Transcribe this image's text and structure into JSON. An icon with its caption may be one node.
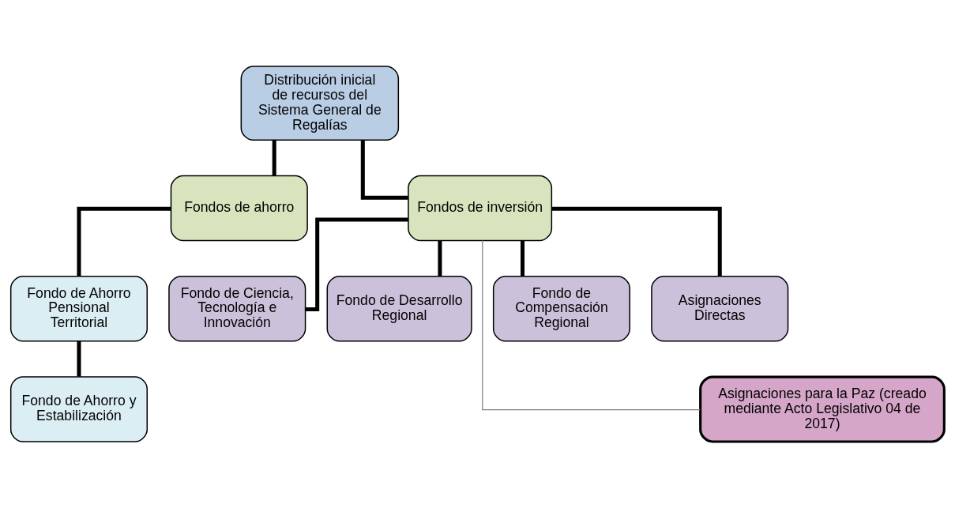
{
  "diagram": {
    "nodes": [
      {
        "text": [
          "Distribución inicial de recursos del Sistema General de Regalías"
        ]
      },
      {
        "text": [
          "Fondos de ahorro"
        ]
      },
      {
        "text": [
          "Fondos de inversión"
        ]
      },
      {
        "text": [
          "Fondo de Ahorro Pensional Territorial"
        ]
      },
      {
        "text": [
          "Fondo de Ahorro y Estabilización"
        ]
      },
      {
        "text": [
          "Fondo de Ciencia, Tecnología e Innovación"
        ]
      },
      {
        "text": [
          "Fondo de Desarrollo Regional"
        ]
      },
      {
        "text": [
          "Fondo de Compensación Regional"
        ]
      },
      {
        "text": [
          "Asignaciones Directas"
        ]
      },
      {
        "text": [
          "Asignaciones para la Paz (creado mediante Acto Legislativo 04 de 2017)"
        ]
      }
    ],
    "edges": [
      {
        "from": 0,
        "to": 1,
        "arrow": "none"
      },
      {
        "from": 0,
        "to": 2,
        "arrow": "none"
      },
      {
        "from": 1,
        "to": 3,
        "arrow": "none"
      },
      {
        "from": 3,
        "to": 4,
        "arrow": "none"
      },
      {
        "from": 2,
        "to": 5,
        "arrow": "none"
      },
      {
        "from": 2,
        "to": 6,
        "arrow": "none"
      },
      {
        "from": 2,
        "to": 7,
        "arrow": "none"
      },
      {
        "from": 2,
        "to": 8,
        "arrow": "none"
      },
      {
        "from": 2,
        "to": 9,
        "arrow": "none",
        "color": "#7f7f7f"
      }
    ]
  }
}
